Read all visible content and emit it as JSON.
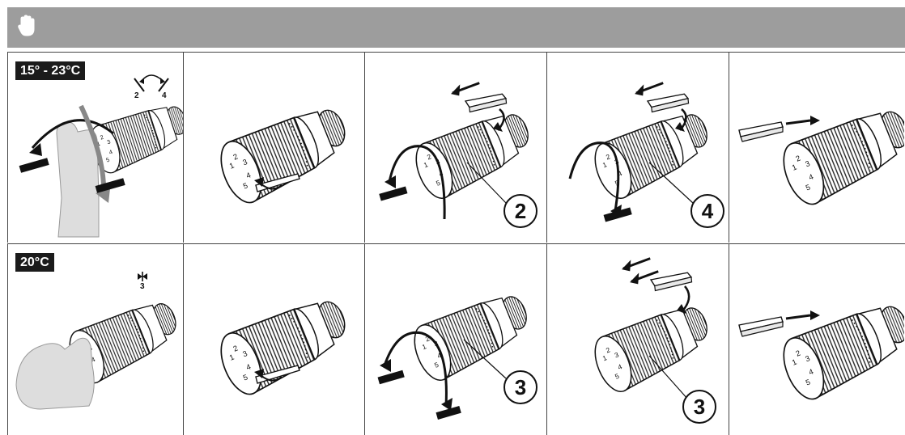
{
  "header": {
    "icon": "hand-stop-icon",
    "background": "#9d9d9d"
  },
  "rows": [
    {
      "temp_label": "15° - 23°C",
      "range_marks": {
        "min": "2",
        "max": "4"
      },
      "step3_number": "2",
      "step4_number": "4"
    },
    {
      "temp_label": "20°C",
      "center_mark": "3",
      "step3_number": "3",
      "step4_number": "3"
    }
  ]
}
